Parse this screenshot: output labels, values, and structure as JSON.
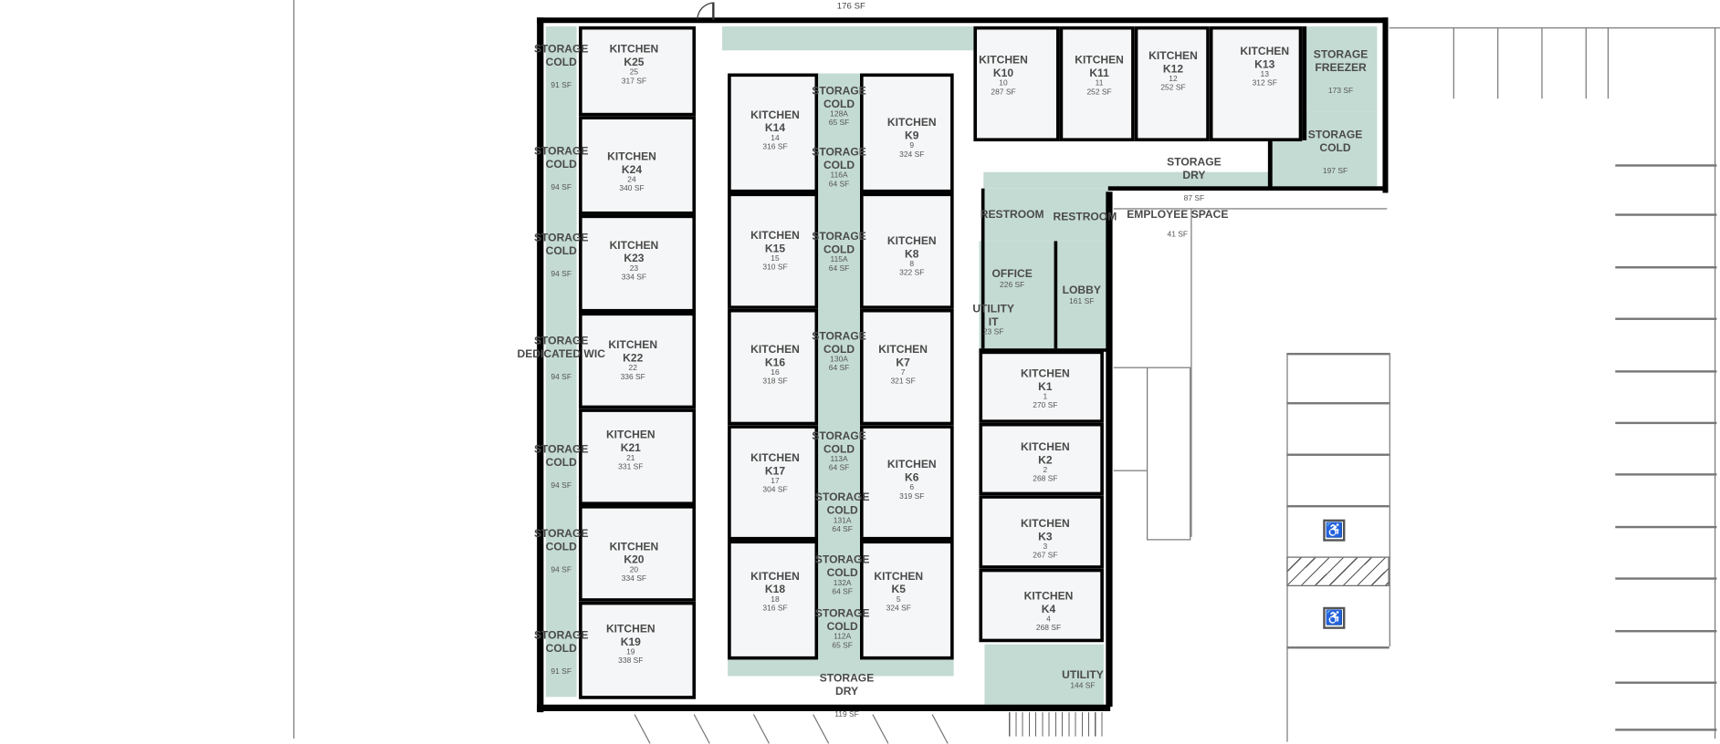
{
  "colors": {
    "storage_fill": "#c4dbd3",
    "room_fill": "#f5f6f7",
    "wall": "#000000",
    "text": "#4a4a4a"
  },
  "rooms": [
    {
      "kind": "storage",
      "lines": [
        "STORAGE",
        "COLD"
      ],
      "num": "",
      "area": "91 SF"
    },
    {
      "kind": "storage",
      "lines": [
        "STORAGE",
        "COLD"
      ],
      "num": "",
      "area": "94 SF"
    },
    {
      "kind": "storage",
      "lines": [
        "STORAGE",
        "COLD"
      ],
      "num": "",
      "area": "94 SF"
    },
    {
      "kind": "storage",
      "lines": [
        "STORAGE",
        "DEDICATED WIC"
      ],
      "num": "",
      "area": "94 SF"
    },
    {
      "kind": "storage",
      "lines": [
        "STORAGE",
        "COLD"
      ],
      "num": "",
      "area": "94 SF"
    },
    {
      "kind": "storage",
      "lines": [
        "STORAGE",
        "COLD"
      ],
      "num": "",
      "area": "94 SF"
    },
    {
      "kind": "storage",
      "lines": [
        "STORAGE",
        "COLD"
      ],
      "num": "",
      "area": "91 SF"
    },
    {
      "kind": "kitchen",
      "lines": [
        "KITCHEN",
        "K25"
      ],
      "num": "25",
      "area": "317 SF"
    },
    {
      "kind": "kitchen",
      "lines": [
        "KITCHEN",
        "K24"
      ],
      "num": "24",
      "area": "340 SF"
    },
    {
      "kind": "kitchen",
      "lines": [
        "KITCHEN",
        "K23"
      ],
      "num": "23",
      "area": "334 SF"
    },
    {
      "kind": "kitchen",
      "lines": [
        "KITCHEN",
        "K22"
      ],
      "num": "22",
      "area": "336 SF"
    },
    {
      "kind": "kitchen",
      "lines": [
        "KITCHEN",
        "K21"
      ],
      "num": "21",
      "area": "331 SF"
    },
    {
      "kind": "kitchen",
      "lines": [
        "KITCHEN",
        "K20"
      ],
      "num": "20",
      "area": "334 SF"
    },
    {
      "kind": "kitchen",
      "lines": [
        "KITCHEN",
        "K19"
      ],
      "num": "19",
      "area": "338 SF"
    },
    {
      "kind": "kitchen",
      "lines": [
        "KITCHEN",
        "K14"
      ],
      "num": "14",
      "area": "316 SF"
    },
    {
      "kind": "kitchen",
      "lines": [
        "KITCHEN",
        "K15"
      ],
      "num": "15",
      "area": "310 SF"
    },
    {
      "kind": "kitchen",
      "lines": [
        "KITCHEN",
        "K16"
      ],
      "num": "16",
      "area": "318 SF"
    },
    {
      "kind": "kitchen",
      "lines": [
        "KITCHEN",
        "K17"
      ],
      "num": "17",
      "area": "304 SF"
    },
    {
      "kind": "kitchen",
      "lines": [
        "KITCHEN",
        "K18"
      ],
      "num": "18",
      "area": "316 SF"
    },
    {
      "kind": "storage",
      "lines": [
        "STORAGE",
        "COLD"
      ],
      "num": "128A",
      "area": "65 SF"
    },
    {
      "kind": "storage",
      "lines": [
        "STORAGE",
        "COLD"
      ],
      "num": "116A",
      "area": "64 SF"
    },
    {
      "kind": "storage",
      "lines": [
        "STORAGE",
        "COLD"
      ],
      "num": "115A",
      "area": "64 SF"
    },
    {
      "kind": "storage",
      "lines": [
        "STORAGE",
        "COLD"
      ],
      "num": "130A",
      "area": "64 SF"
    },
    {
      "kind": "storage",
      "lines": [
        "STORAGE",
        "COLD"
      ],
      "num": "113A",
      "area": "64 SF"
    },
    {
      "kind": "storage",
      "lines": [
        "STORAGE",
        "COLD"
      ],
      "num": "131A",
      "area": "64 SF"
    },
    {
      "kind": "storage",
      "lines": [
        "STORAGE",
        "COLD"
      ],
      "num": "132A",
      "area": "64 SF"
    },
    {
      "kind": "storage",
      "lines": [
        "STORAGE",
        "COLD"
      ],
      "num": "112A",
      "area": "65 SF"
    },
    {
      "kind": "kitchen",
      "lines": [
        "KITCHEN",
        "K9"
      ],
      "num": "9",
      "area": "324 SF"
    },
    {
      "kind": "kitchen",
      "lines": [
        "KITCHEN",
        "K8"
      ],
      "num": "8",
      "area": "322 SF"
    },
    {
      "kind": "kitchen",
      "lines": [
        "KITCHEN",
        "K7"
      ],
      "num": "7",
      "area": "321 SF"
    },
    {
      "kind": "kitchen",
      "lines": [
        "KITCHEN",
        "K6"
      ],
      "num": "6",
      "area": "319 SF"
    },
    {
      "kind": "kitchen",
      "lines": [
        "KITCHEN",
        "K5"
      ],
      "num": "5",
      "area": "324 SF"
    },
    {
      "kind": "kitchen",
      "lines": [
        "KITCHEN",
        "K10"
      ],
      "num": "10",
      "area": "287 SF"
    },
    {
      "kind": "kitchen",
      "lines": [
        "KITCHEN",
        "K11"
      ],
      "num": "11",
      "area": "252 SF"
    },
    {
      "kind": "kitchen",
      "lines": [
        "KITCHEN",
        "K12"
      ],
      "num": "12",
      "area": "252 SF"
    },
    {
      "kind": "kitchen",
      "lines": [
        "KITCHEN",
        "K13"
      ],
      "num": "13",
      "area": "312 SF"
    },
    {
      "kind": "storage",
      "lines": [
        "STORAGE",
        "FREEZER"
      ],
      "num": "",
      "area": "173 SF"
    },
    {
      "kind": "storage",
      "lines": [
        "STORAGE",
        "COLD"
      ],
      "num": "",
      "area": "197 SF"
    },
    {
      "kind": "storage",
      "lines": [
        "STORAGE",
        "DRY"
      ],
      "num": "",
      "area": "87 SF"
    },
    {
      "kind": "restroom",
      "lines": [
        "RESTROOM"
      ],
      "num": "",
      "area": ""
    },
    {
      "kind": "restroom",
      "lines": [
        "RESTROOM"
      ],
      "num": "",
      "area": ""
    },
    {
      "kind": "office",
      "lines": [
        "OFFICE"
      ],
      "num": "",
      "area": "226 SF"
    },
    {
      "kind": "lobby",
      "lines": [
        "LOBBY"
      ],
      "num": "",
      "area": "161 SF"
    },
    {
      "kind": "utility",
      "lines": [
        "UTILITY",
        "IT"
      ],
      "num": "",
      "area": "23 SF"
    },
    {
      "kind": "employee",
      "lines": [
        "EMPLOYEE SPACE"
      ],
      "num": "",
      "area": "41 SF"
    },
    {
      "kind": "kitchen",
      "lines": [
        "KITCHEN",
        "K1"
      ],
      "num": "1",
      "area": "270 SF"
    },
    {
      "kind": "kitchen",
      "lines": [
        "KITCHEN",
        "K2"
      ],
      "num": "2",
      "area": "268 SF"
    },
    {
      "kind": "kitchen",
      "lines": [
        "KITCHEN",
        "K3"
      ],
      "num": "3",
      "area": "267 SF"
    },
    {
      "kind": "kitchen",
      "lines": [
        "KITCHEN",
        "K4"
      ],
      "num": "4",
      "area": "268 SF"
    },
    {
      "kind": "utility",
      "lines": [
        "UTILITY"
      ],
      "num": "",
      "area": "144 SF"
    },
    {
      "kind": "storage",
      "lines": [
        "STORAGE",
        "DRY"
      ],
      "num": "",
      "area": "119 SF"
    }
  ],
  "top_strip_area": "176 SF",
  "icons": [
    "accessible-parking-icon",
    "accessible-parking-icon",
    "hatched-no-parking-zone"
  ]
}
